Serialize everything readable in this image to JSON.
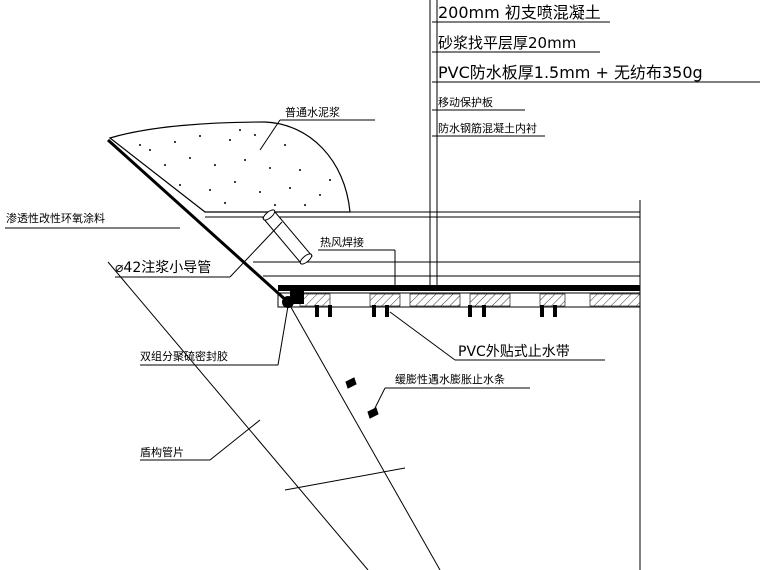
{
  "labels": {
    "shotcrete": "200mm 初支喷混凝土",
    "mortar_leveling": "砂浆找平层厚20mm",
    "pvc_membrane": "PVC防水板厚1.5mm + 无纺布350g",
    "protection_board": "移动保护板",
    "lining_concrete": "防水钢筋混凝土内衬",
    "cement_mortar": "普通水泥浆",
    "epoxy_coating": "渗透性改性环氧涂料",
    "heat_weld": "热风焊接",
    "grout_pipe": "⌀42注浆小导管",
    "pvc_waterstop": "PVC外贴式止水带",
    "polysulfide_sealant": "双组分聚硫密封胶",
    "swelling_strip": "缓膨性遇水膨胀止水条",
    "segment": "盾构管片"
  },
  "colors": {
    "line": "#000000",
    "hatch": "#000000",
    "dots": "#000000"
  }
}
